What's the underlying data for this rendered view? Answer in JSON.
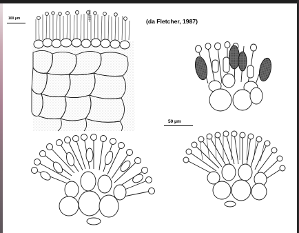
{
  "figure": {
    "citation": "(da Fletcher, 1987)",
    "scale_top_left": "100 μm",
    "scale_middle": "50 μm"
  },
  "colors": {
    "ink": "#1a1a1a",
    "background": "#ffffff",
    "left_strip_top": "#c9a9b3",
    "left_strip_bottom": "#5b5459"
  },
  "panels": [
    {
      "id": "cross-section",
      "icon": "tissue-section-drawing"
    },
    {
      "id": "sporangia-cluster-small",
      "icon": "cell-cluster-drawing"
    },
    {
      "id": "fan-cluster-large",
      "icon": "cell-cluster-drawing"
    },
    {
      "id": "fan-cluster-right",
      "icon": "cell-cluster-drawing"
    }
  ]
}
